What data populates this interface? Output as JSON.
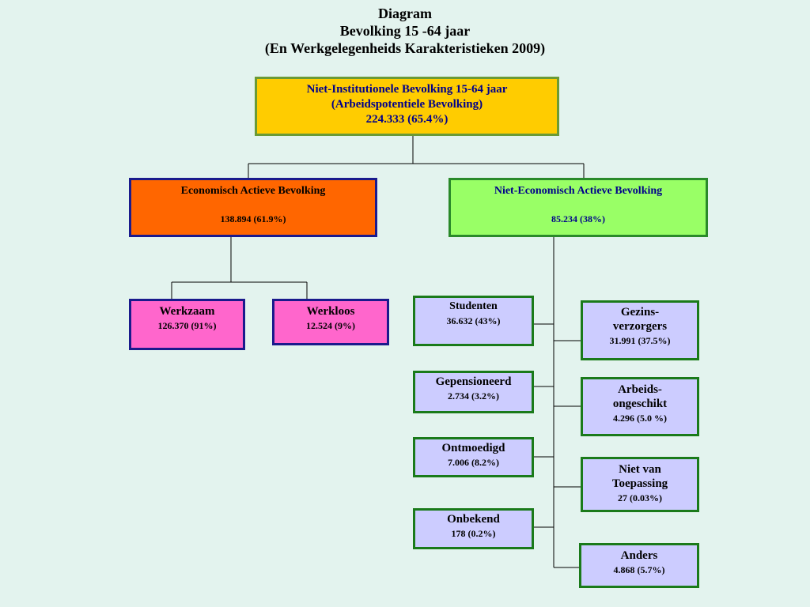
{
  "title": {
    "line1": "Diagram",
    "line2": "Bevolking 15 -64 jaar",
    "line3": "(En Werkgelegenheids Karakteristieken 2009)"
  },
  "root": {
    "label1": "Niet-Institutionele Bevolking 15-64 jaar",
    "label2": "(Arbeidspotentiele Bevolking)",
    "value": "224.333   (65.4%)",
    "fill": "#ffcc00"
  },
  "economisch_actief": {
    "label": "Economisch Actieve Bevolking",
    "value": "138.894   (61.9%)",
    "fill": "#ff6600"
  },
  "niet_economisch_actief": {
    "label": "Niet-Economisch Actieve Bevolking",
    "value": "85.234   (38%)",
    "fill": "#99ff66"
  },
  "werkzaam": {
    "label": "Werkzaam",
    "value": "126.370   (91%)"
  },
  "werkloos": {
    "label": "Werkloos",
    "value": "12.524   (9%)"
  },
  "studenten": {
    "label": "Studenten",
    "value": "36.632   (43%)"
  },
  "gepensioneerd": {
    "label": "Gepensioneerd",
    "value": "2.734 (3.2%)"
  },
  "ontmoedigd": {
    "label": "Ontmoedigd",
    "value": "7.006 (8.2%)"
  },
  "onbekend": {
    "label": "Onbekend",
    "value": "178   (0.2%)"
  },
  "gezinsverzorgers": {
    "label1": "Gezins-",
    "label2": "verzorgers",
    "value": "31.991 (37.5%)"
  },
  "arbeidsongeschikt": {
    "label1": "Arbeids-",
    "label2": "ongeschikt",
    "value": "4.296   (5.0 %)"
  },
  "niet_van_toepassing": {
    "label1": "Niet van",
    "label2": "Toepassing",
    "value": "27   (0.03%)"
  },
  "anders": {
    "label": "Anders",
    "value": "4.868 (5.7%)"
  },
  "colors": {
    "background": "#e3f3ee",
    "pink": "#ff66cc",
    "lavender": "#ccccff",
    "connector": "#000000"
  }
}
